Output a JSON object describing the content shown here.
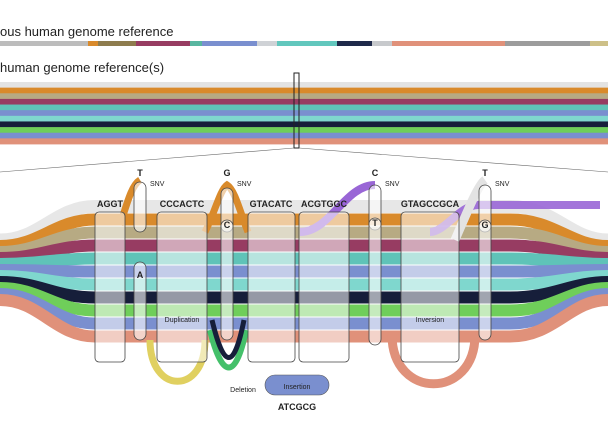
{
  "titles": {
    "linear": "ous human genome reference",
    "graph": "human genome reference(s)"
  },
  "colors": {
    "band": [
      "#bcbcbc",
      "#d98a2b",
      "#8e7c4e",
      "#973c62",
      "#58b6a0",
      "#7a8fcf",
      "#cfd2d6",
      "#62c7bd",
      "#1f2a4a",
      "#c7c9cc",
      "#e0917a",
      "#9c9c9c",
      "#cdc088"
    ],
    "stack": [
      "#e3e3e3",
      "#d98a2b",
      "#b7aa83",
      "#973c62",
      "#5fc3b8",
      "#7a8fcf",
      "#7fd7ce",
      "#161e3a",
      "#6fce5a",
      "#7a8fcf",
      "#e0917a"
    ],
    "variant_hi": "#9966d6",
    "deletion": "#44c06a",
    "dup": "#e0d060"
  },
  "segments": [
    {
      "id": "s1",
      "seq": "AGGT"
    },
    {
      "id": "s2",
      "seq": "CCCACTC"
    },
    {
      "id": "s3",
      "seq": "GTACATC"
    },
    {
      "id": "s4",
      "seq": "ACGTGGC"
    },
    {
      "id": "s5",
      "seq": "GTAGCCGCA"
    }
  ],
  "snvs": [
    {
      "top": "T",
      "bottom": "A",
      "label": "SNV"
    },
    {
      "top": "G",
      "bottom": "C",
      "label": "SNV"
    },
    {
      "top": "C",
      "bottom": "T",
      "label": "SNV"
    },
    {
      "top": "T",
      "bottom": "G",
      "label": "SNV"
    }
  ],
  "events": {
    "duplication": "Duplication",
    "deletion": "Deletion",
    "insertion": "Insertion",
    "insertion_seq": "ATCGCG",
    "inversion": "Inversion"
  }
}
